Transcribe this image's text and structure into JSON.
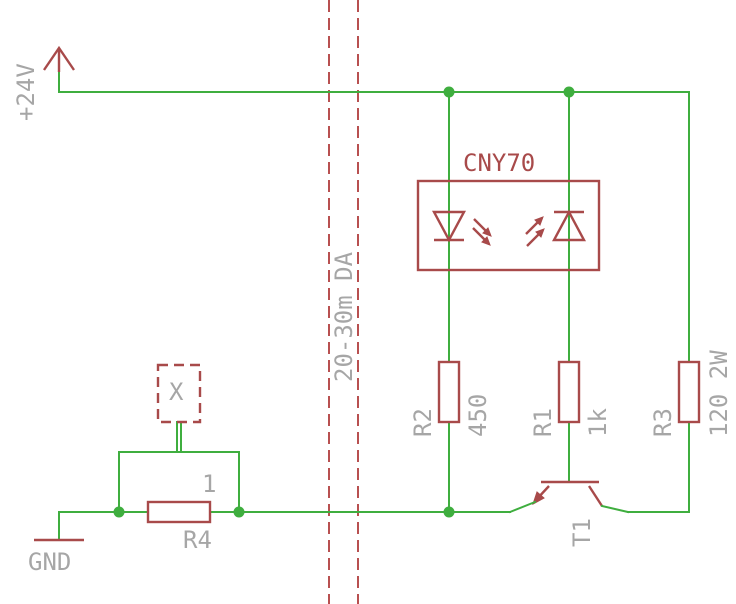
{
  "supply": {
    "label": "+24V"
  },
  "ground": {
    "label": "GND"
  },
  "cable": {
    "label": "20-30m DA"
  },
  "optocoupler": {
    "label": "CNY70"
  },
  "resistors": {
    "r1": {
      "name": "R1",
      "value": "1k"
    },
    "r2": {
      "name": "R2",
      "value": "450"
    },
    "r3": {
      "name": "R3",
      "value": "120 2W"
    },
    "r4": {
      "name": "R4",
      "pin": "1"
    }
  },
  "transistor": {
    "name": "T1"
  },
  "connector": {
    "label": "X"
  },
  "colors": {
    "wire": "#3fae3f",
    "component": "#a84a4a",
    "label": "#a6a6a6"
  }
}
